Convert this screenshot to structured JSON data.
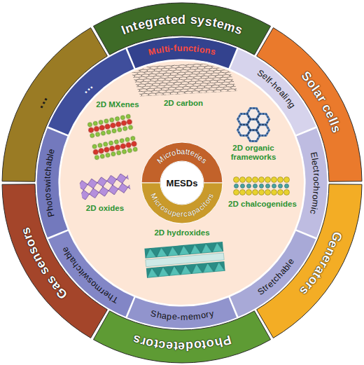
{
  "diagram": {
    "nodes": [
      {
        "text": [
          "Integrated systems"
        ]
      },
      {
        "text": [
          "Solar cells"
        ]
      },
      {
        "text": [
          "Generators"
        ]
      },
      {
        "text": [
          "Photodetectors"
        ]
      },
      {
        "text": [
          "Gas sensors"
        ]
      },
      {
        "text": [
          "..."
        ]
      },
      {
        "text": [
          "Multi-functions"
        ]
      },
      {
        "text": [
          "Self-healing"
        ]
      },
      {
        "text": [
          "Electrochromic"
        ]
      },
      {
        "text": [
          "Stretchable"
        ]
      },
      {
        "text": [
          "Shape-memory"
        ]
      },
      {
        "text": [
          "Thermoswitchable"
        ]
      },
      {
        "text": [
          "Photoswitchable"
        ]
      },
      {
        "text": [
          "..."
        ]
      },
      {
        "text": [
          "MESDs"
        ]
      },
      {
        "text": [
          "Microbatteries"
        ]
      },
      {
        "text": [
          "Microsupercapacitors"
        ]
      }
    ],
    "labels": [
      "2D MXenes",
      "2D carbon",
      "2D organic frameworks",
      "2D chalcogenides",
      "2D oxides",
      "2D hydroxides"
    ]
  }
}
